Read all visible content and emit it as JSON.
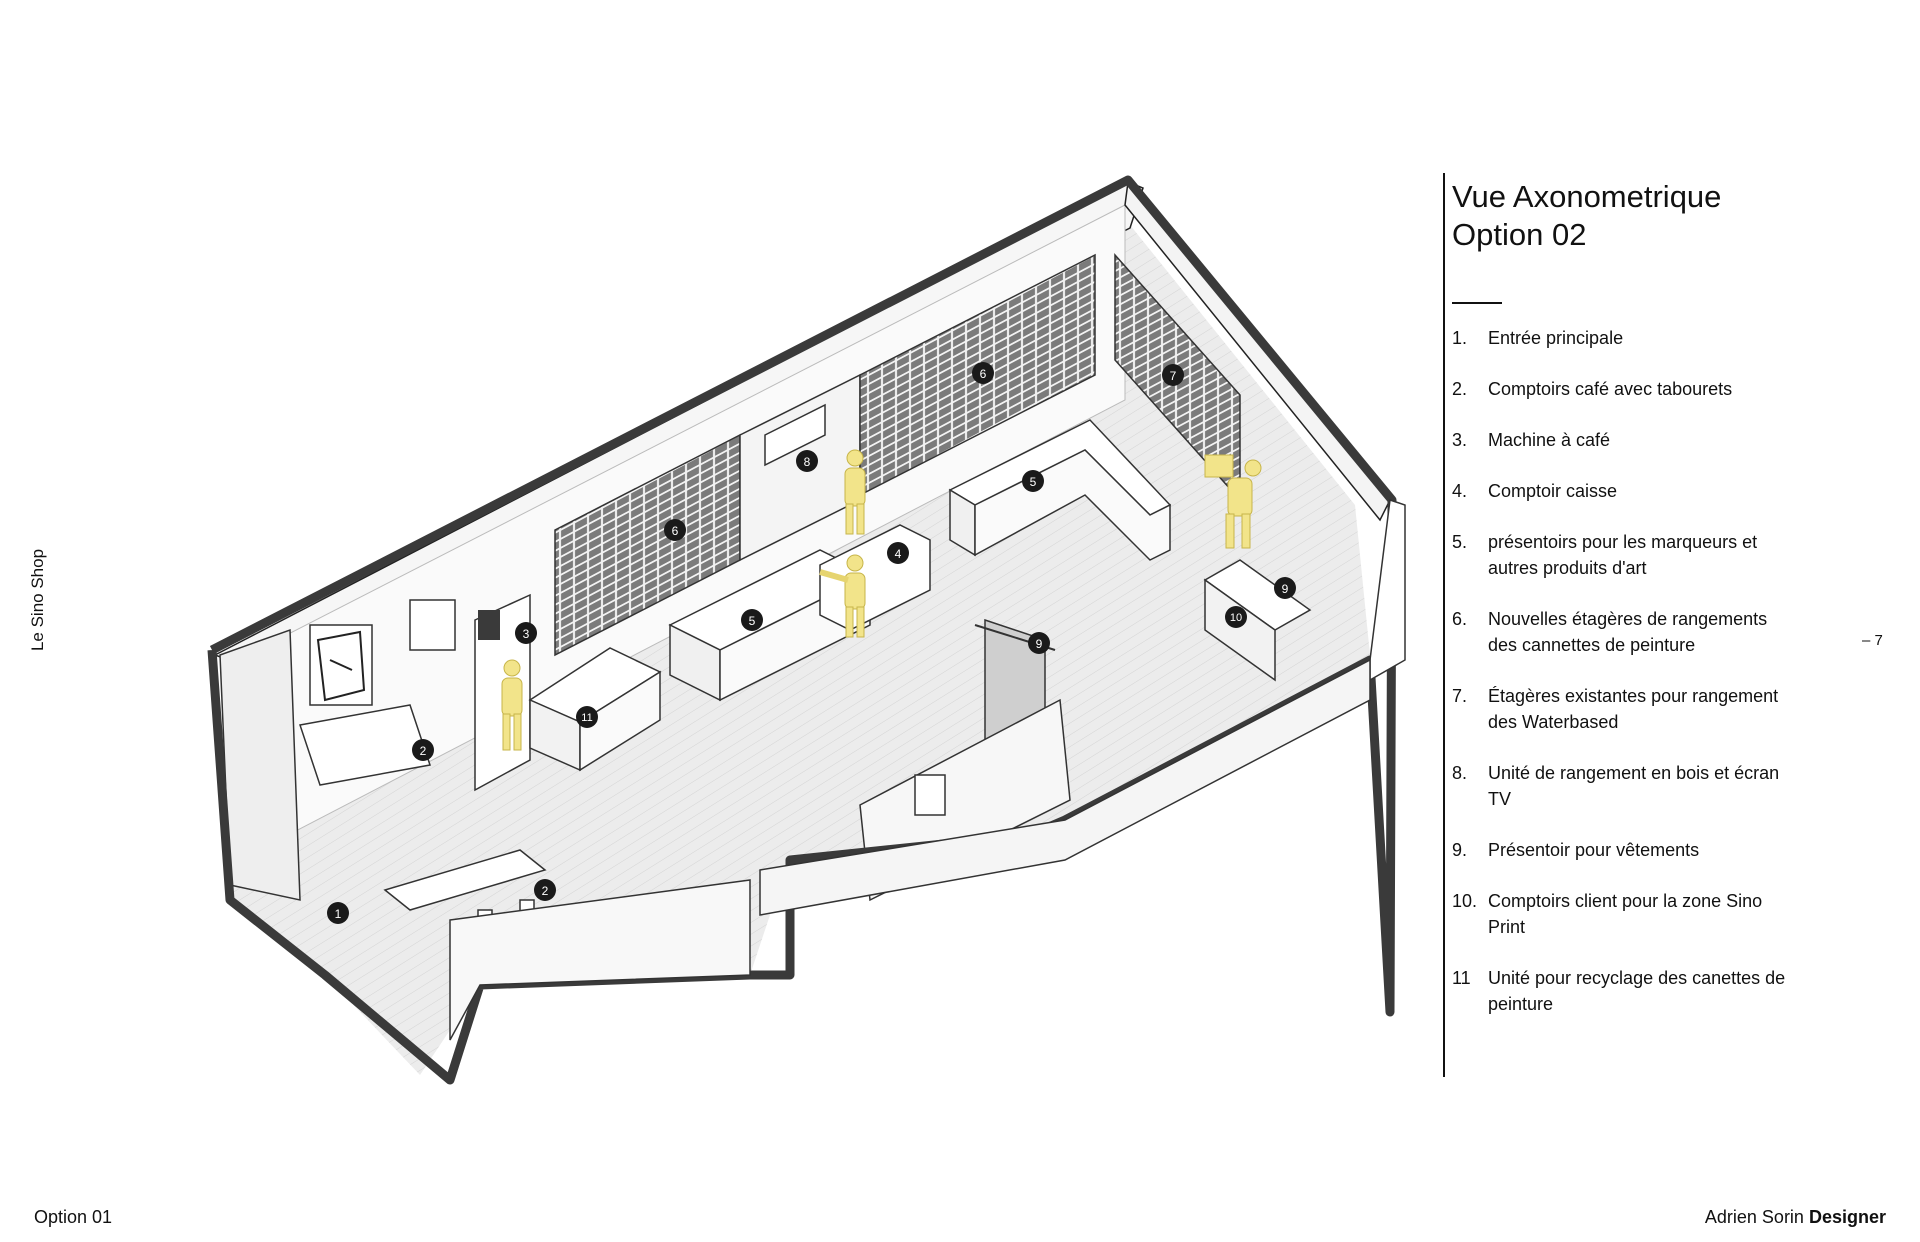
{
  "side_label": "Le Sino Shop",
  "footer": {
    "left": "Option 01",
    "author": "Adrien Sorin",
    "role": "Designer"
  },
  "page_number": "– 7",
  "title": {
    "line1": "Vue Axonometrique",
    "line2": "Option 02"
  },
  "legend": [
    {
      "num": "1.",
      "text": "Entrée principale"
    },
    {
      "num": "2.",
      "text": "Comptoirs café avec tabourets"
    },
    {
      "num": "3.",
      "text": "Machine à café"
    },
    {
      "num": "4.",
      "text": "Comptoir caisse"
    },
    {
      "num": "5.",
      "text": "présentoirs pour les marqueurs et autres produits d'art"
    },
    {
      "num": "6.",
      "text": "Nouvelles étagères de rangements des cannettes de peinture"
    },
    {
      "num": "7.",
      "text": "Étagères existantes pour rangement des Waterbased"
    },
    {
      "num": "8.",
      "text": "Unité de rangement en bois et écran TV"
    },
    {
      "num": "9.",
      "text": "Présentoir pour vêtements"
    },
    {
      "num": "10.",
      "text": "Comptoirs client pour la zone Sino Print"
    },
    {
      "num": "11",
      "text": "Unité pour recyclage des canettes de peinture"
    }
  ],
  "markers": [
    "1",
    "2",
    "2",
    "3",
    "4",
    "5",
    "5",
    "6",
    "6",
    "7",
    "8",
    "9",
    "9",
    "10",
    "11"
  ],
  "colors": {
    "wall_top": "#3a3a3a",
    "floor": "#e9e9e9",
    "figure": "#f2e48a",
    "marker": "#1a1a1a"
  }
}
